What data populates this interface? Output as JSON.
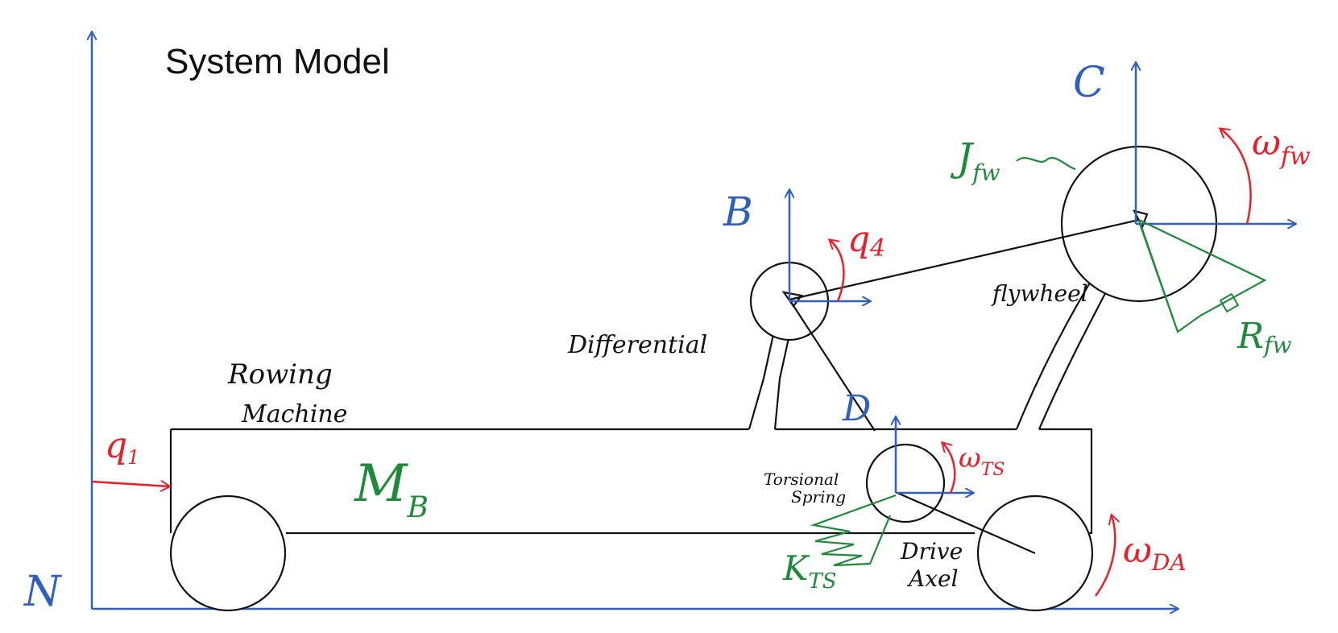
{
  "title": "System Model",
  "frames": {
    "N": "N",
    "B": "B",
    "C": "C",
    "D": "D"
  },
  "components": {
    "rowing_machine_line1": "Rowing",
    "rowing_machine_line2": "Machine",
    "differential": "Differential",
    "flywheel": "flywheel",
    "torsional_line1": "Torsional",
    "torsional_line2": "Spring",
    "drive_line1": "Drive",
    "drive_line2": "Axel"
  },
  "variables": {
    "q1_main": "q",
    "q1_sub": "1",
    "q4_main": "q",
    "q4_sub": "4",
    "omega_ts_main": "ω",
    "omega_ts_sub": "TS",
    "omega_fw_main": "ω",
    "omega_fw_sub": "fw",
    "omega_da_main": "ω",
    "omega_da_sub": "DA"
  },
  "parameters": {
    "mb_main": "M",
    "mb_sub": "B",
    "jfw_main": "J",
    "jfw_sub": "fw",
    "rfw_main": "R",
    "rfw_sub": "fw",
    "kts_main": "K",
    "kts_sub": "TS"
  },
  "colors": {
    "frame": "#2f5fbf",
    "variable": "#e8202a",
    "parameter": "#1e8a3a",
    "structure": "#111111"
  }
}
